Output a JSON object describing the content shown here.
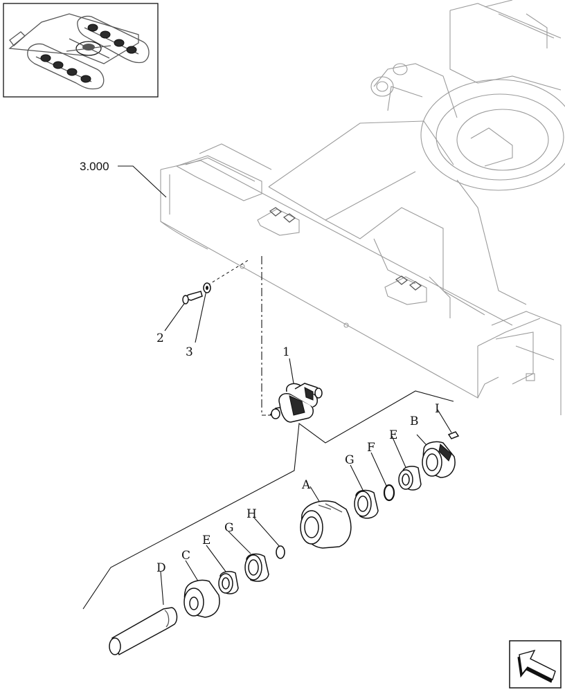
{
  "callouts": {
    "assembly_ref": "3.000",
    "bolt": "2",
    "washer": "3",
    "roller_assembly": "1",
    "part_A": "A",
    "part_B": "B",
    "part_C": "C",
    "part_D": "D",
    "part_E_right": "E",
    "part_E_left": "E",
    "part_F": "F",
    "part_G_right": "G",
    "part_G_left": "G",
    "part_H": "H",
    "part_I": "I"
  },
  "icons": {
    "thumbnail": "undercarriage-thumbnail-icon",
    "navigation": "return-arrow-icon"
  },
  "colors": {
    "line": "#111111",
    "faint_line": "#9a9a9a",
    "background": "#ffffff"
  }
}
